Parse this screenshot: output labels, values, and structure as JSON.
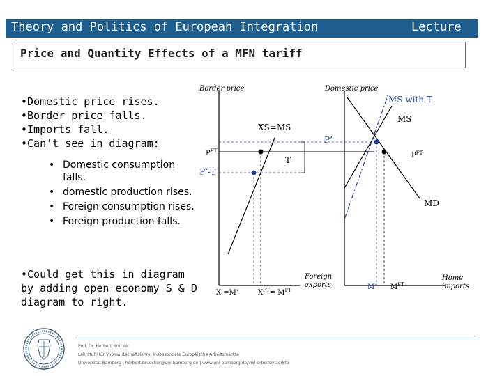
{
  "header": {
    "course_title": "Theory and Politics of European Integration",
    "lecture_label": "Lecture",
    "slide_title": "Price and Quantity Effects of a MFN tariff"
  },
  "bullets": [
    "•Domestic price rises.",
    "•Border price falls.",
    "•Imports fall.",
    "•Can’t see in diagram:"
  ],
  "sub_bullets": [
    "Domestic consumption falls.",
    "domestic production rises.",
    "Foreign consumption rises.",
    "Foreign production falls."
  ],
  "closing_text": "•Could get this in diagram by adding open economy S & D diagram to right.",
  "diagram": {
    "left_axis_title": "Border price",
    "right_axis_title": "Domestic price",
    "ms_with_t": "MS with T",
    "ms": "MS",
    "xs_ms": "XS=MS",
    "p_prime": "P’",
    "t": "T",
    "p_ft_left": "P",
    "p_ft_left_sup": "FT",
    "p_prime_minus_t": "P’-T",
    "p_ft_right": "P",
    "p_ft_right_sup": "FT",
    "md": "MD",
    "x_m_prime": "X’=M’",
    "x_ft": "X",
    "x_ft_sup": "FT",
    "eq_m_ft": "= M",
    "eq_m_ft_sup": "FT",
    "foreign_exports_1": "Foreign",
    "foreign_exports_2": "exports",
    "m_prime": "M’",
    "m_ft": "M",
    "m_ft_sup": "FT",
    "home_imports_1": "Home",
    "home_imports_2": "imports"
  },
  "footer": {
    "line1": "Prof. Dr. Herbert Brücker",
    "line2": "Lehrstuhl für Volkswirtschaftslehre, insbesondere Europäische Arbeitsmärkte",
    "line3": "Universität Bamberg | herbert.bruecker@uni-bamberg.de | www.uni-bamberg.de/vwl-arbeitsmaerkte"
  }
}
